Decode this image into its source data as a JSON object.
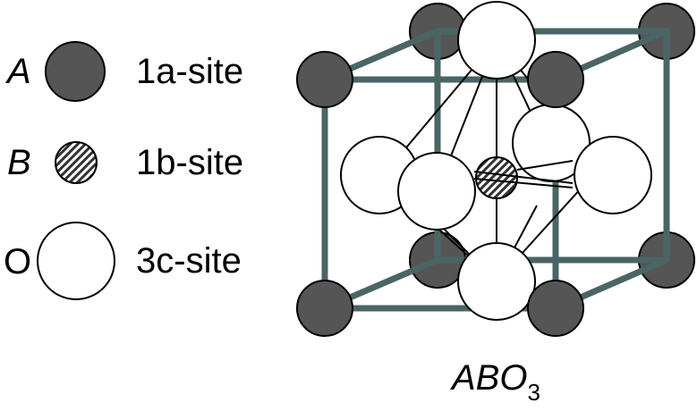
{
  "legend": [
    {
      "symbol": "A",
      "site": "1a-site",
      "atom": "A-atom"
    },
    {
      "symbol": "B",
      "site": "1b-site",
      "atom": "B-atom"
    },
    {
      "symbol": "O",
      "site": "3c-site",
      "atom": "O-atom"
    }
  ],
  "formula": {
    "main": "ABO",
    "subscript": "3"
  },
  "colors": {
    "a_atom_fill": "#555555",
    "b_atom_fill": "#666666",
    "o_atom_fill": "#ffffff",
    "cell_edge": "#4a6565",
    "outline": "#000000"
  }
}
